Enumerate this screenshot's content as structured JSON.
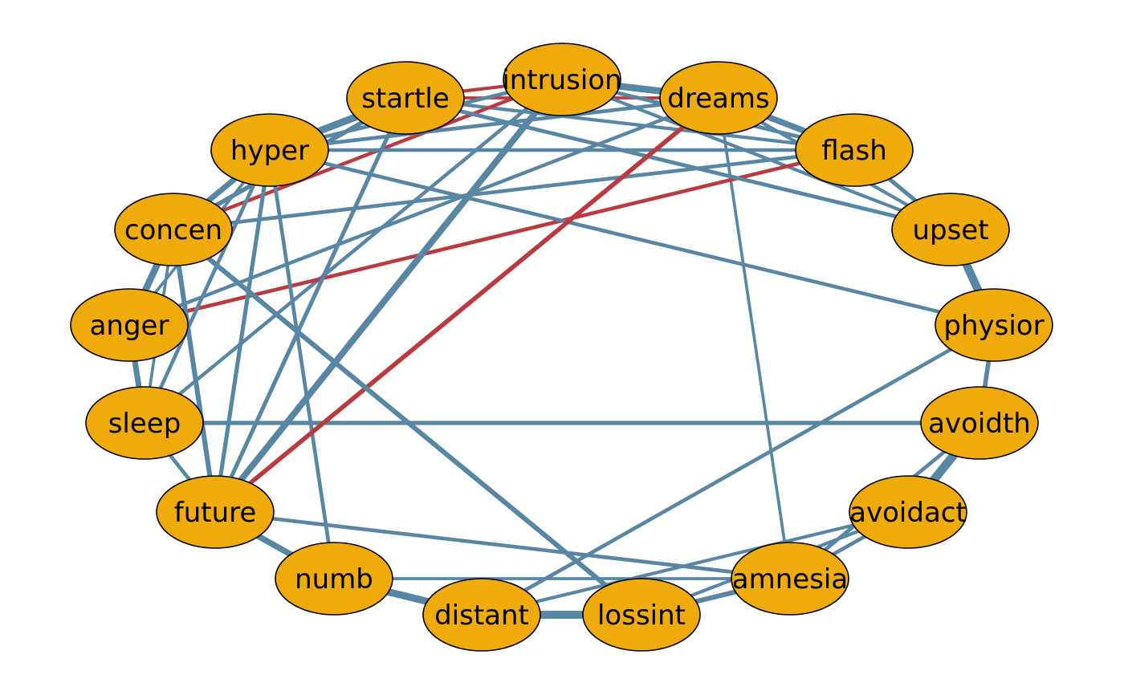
{
  "colors": {
    "node_fill": "#EEAB0B",
    "edge_positive": "#5886A5",
    "edge_negative": "#BB3A3F",
    "background": "#FFFFFF"
  },
  "nodes": [
    {
      "id": "intrusion",
      "label": "intrusion"
    },
    {
      "id": "dreams",
      "label": "dreams"
    },
    {
      "id": "flash",
      "label": "flash"
    },
    {
      "id": "upset",
      "label": "upset"
    },
    {
      "id": "physior",
      "label": "physior"
    },
    {
      "id": "avoidth",
      "label": "avoidth"
    },
    {
      "id": "avoidact",
      "label": "avoidact"
    },
    {
      "id": "amnesia",
      "label": "amnesia"
    },
    {
      "id": "lossint",
      "label": "lossint"
    },
    {
      "id": "distant",
      "label": "distant"
    },
    {
      "id": "numb",
      "label": "numb"
    },
    {
      "id": "future",
      "label": "future"
    },
    {
      "id": "sleep",
      "label": "sleep"
    },
    {
      "id": "anger",
      "label": "anger"
    },
    {
      "id": "concen",
      "label": "concen"
    },
    {
      "id": "hyper",
      "label": "hyper"
    },
    {
      "id": "startle",
      "label": "startle"
    }
  ],
  "edges": [
    {
      "from": "intrusion",
      "to": "dreams",
      "sign": "positive",
      "strength": 0.7
    },
    {
      "from": "intrusion",
      "to": "flash",
      "sign": "positive",
      "strength": 0.3
    },
    {
      "from": "intrusion",
      "to": "upset",
      "sign": "positive",
      "strength": 0.25
    },
    {
      "from": "intrusion",
      "to": "startle",
      "sign": "negative",
      "strength": 0.25
    },
    {
      "from": "intrusion",
      "to": "hyper",
      "sign": "positive",
      "strength": 0.3
    },
    {
      "from": "intrusion",
      "to": "concen",
      "sign": "negative",
      "strength": 0.28
    },
    {
      "from": "intrusion",
      "to": "sleep",
      "sign": "positive",
      "strength": 0.28
    },
    {
      "from": "intrusion",
      "to": "future",
      "sign": "positive",
      "strength": 0.65
    },
    {
      "from": "dreams",
      "to": "flash",
      "sign": "positive",
      "strength": 0.6
    },
    {
      "from": "dreams",
      "to": "startle",
      "sign": "negative",
      "strength": 0.2
    },
    {
      "from": "dreams",
      "to": "hyper",
      "sign": "positive",
      "strength": 0.3
    },
    {
      "from": "dreams",
      "to": "future",
      "sign": "negative",
      "strength": 0.4
    },
    {
      "from": "dreams",
      "to": "anger",
      "sign": "positive",
      "strength": 0.28
    },
    {
      "from": "dreams",
      "to": "amnesia",
      "sign": "positive",
      "strength": 0.2
    },
    {
      "from": "dreams",
      "to": "upset",
      "sign": "positive",
      "strength": 0.25
    },
    {
      "from": "flash",
      "to": "upset",
      "sign": "positive",
      "strength": 0.35
    },
    {
      "from": "flash",
      "to": "startle",
      "sign": "positive",
      "strength": 0.25
    },
    {
      "from": "flash",
      "to": "concen",
      "sign": "positive",
      "strength": 0.3
    },
    {
      "from": "flash",
      "to": "anger",
      "sign": "negative",
      "strength": 0.3
    },
    {
      "from": "flash",
      "to": "hyper",
      "sign": "positive",
      "strength": 0.28
    },
    {
      "from": "upset",
      "to": "physior",
      "sign": "positive",
      "strength": 0.9
    },
    {
      "from": "upset",
      "to": "startle",
      "sign": "positive",
      "strength": 0.32
    },
    {
      "from": "physior",
      "to": "avoidth",
      "sign": "positive",
      "strength": 0.4
    },
    {
      "from": "physior",
      "to": "hyper",
      "sign": "positive",
      "strength": 0.3
    },
    {
      "from": "physior",
      "to": "distant",
      "sign": "positive",
      "strength": 0.3
    },
    {
      "from": "avoidth",
      "to": "avoidact",
      "sign": "positive",
      "strength": 0.95
    },
    {
      "from": "avoidth",
      "to": "sleep",
      "sign": "positive",
      "strength": 0.35
    },
    {
      "from": "avoidth",
      "to": "amnesia",
      "sign": "positive",
      "strength": 0.3
    },
    {
      "from": "avoidact",
      "to": "amnesia",
      "sign": "positive",
      "strength": 0.3
    },
    {
      "from": "avoidact",
      "to": "distant",
      "sign": "positive",
      "strength": 0.25
    },
    {
      "from": "amnesia",
      "to": "lossint",
      "sign": "positive",
      "strength": 0.45
    },
    {
      "from": "amnesia",
      "to": "numb",
      "sign": "positive",
      "strength": 0.2
    },
    {
      "from": "amnesia",
      "to": "future",
      "sign": "positive",
      "strength": 0.3
    },
    {
      "from": "lossint",
      "to": "distant",
      "sign": "positive",
      "strength": 0.85
    },
    {
      "from": "lossint",
      "to": "concen",
      "sign": "positive",
      "strength": 0.45
    },
    {
      "from": "lossint",
      "to": "avoidact",
      "sign": "positive",
      "strength": 0.25
    },
    {
      "from": "distant",
      "to": "numb",
      "sign": "positive",
      "strength": 0.75
    },
    {
      "from": "numb",
      "to": "future",
      "sign": "positive",
      "strength": 0.6
    },
    {
      "from": "numb",
      "to": "hyper",
      "sign": "positive",
      "strength": 0.3
    },
    {
      "from": "future",
      "to": "concen",
      "sign": "positive",
      "strength": 0.45
    },
    {
      "from": "future",
      "to": "hyper",
      "sign": "positive",
      "strength": 0.35
    },
    {
      "from": "future",
      "to": "startle",
      "sign": "positive",
      "strength": 0.35
    },
    {
      "from": "future",
      "to": "sleep",
      "sign": "positive",
      "strength": 0.3
    },
    {
      "from": "sleep",
      "to": "anger",
      "sign": "positive",
      "strength": 0.55
    },
    {
      "from": "sleep",
      "to": "concen",
      "sign": "positive",
      "strength": 0.2
    },
    {
      "from": "sleep",
      "to": "hyper",
      "sign": "positive",
      "strength": 0.3
    },
    {
      "from": "anger",
      "to": "concen",
      "sign": "positive",
      "strength": 0.7
    },
    {
      "from": "anger",
      "to": "hyper",
      "sign": "positive",
      "strength": 0.2
    },
    {
      "from": "concen",
      "to": "hyper",
      "sign": "positive",
      "strength": 0.55
    },
    {
      "from": "concen",
      "to": "startle",
      "sign": "positive",
      "strength": 0.4
    },
    {
      "from": "hyper",
      "to": "startle",
      "sign": "positive",
      "strength": 0.75
    }
  ]
}
